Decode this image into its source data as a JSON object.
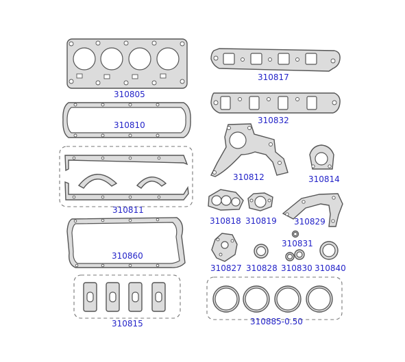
{
  "diagram": {
    "label_color": "#2323c8",
    "part_fill": "#dcdcdc",
    "part_stroke": "#555555",
    "parts": [
      {
        "id": "310805",
        "label": "310805",
        "shape": "cylinder-head-gasket"
      },
      {
        "id": "310817",
        "label": "310817",
        "shape": "intake-manifold-gasket"
      },
      {
        "id": "310832",
        "label": "310832",
        "shape": "exhaust-manifold-gasket"
      },
      {
        "id": "310810",
        "label": "310810",
        "shape": "valve-cover-gasket"
      },
      {
        "id": "310812",
        "label": "310812",
        "shape": "timing-cover-gasket"
      },
      {
        "id": "310814",
        "label": "310814",
        "shape": "small-flange-gasket"
      },
      {
        "id": "310811",
        "label": "310811",
        "shape": "oil-pan-strip-set"
      },
      {
        "id": "310818",
        "label": "310818",
        "shape": "three-hole-gasket"
      },
      {
        "id": "310819",
        "label": "310819",
        "shape": "round-flange-gasket"
      },
      {
        "id": "310829",
        "label": "310829",
        "shape": "curved-cover-gasket"
      },
      {
        "id": "310860",
        "label": "310860",
        "shape": "oil-pan-gasket"
      },
      {
        "id": "310827",
        "label": "310827",
        "shape": "water-pump-gasket"
      },
      {
        "id": "310828",
        "label": "310828",
        "shape": "o-ring"
      },
      {
        "id": "310831",
        "label": "310831",
        "shape": "small-o-ring"
      },
      {
        "id": "310830",
        "label": "310830",
        "shape": "double-o-ring"
      },
      {
        "id": "310840",
        "label": "310840",
        "shape": "seal-ring"
      },
      {
        "id": "310815",
        "label": "310815",
        "shape": "valve-stem-seals"
      },
      {
        "id": "310885",
        "label": "310885-0.50",
        "shape": "piston-rings"
      }
    ]
  }
}
